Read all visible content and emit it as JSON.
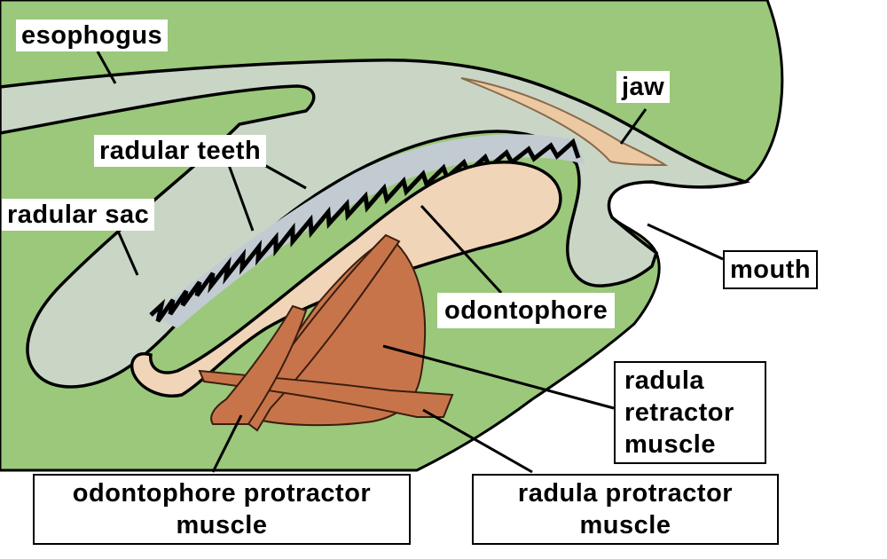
{
  "labels": {
    "esophagus": "esophogus",
    "radular_teeth": "radular teeth",
    "radular_sac": "radular sac",
    "jaw": "jaw",
    "mouth": "mouth",
    "odontophore": "odontophore",
    "radula_retractor": [
      "radula",
      "retractor",
      "muscle"
    ],
    "odontophore_protractor": [
      "odontophore protractor",
      "muscle"
    ],
    "radula_protractor": [
      "radula protractor",
      "muscle"
    ]
  },
  "colors": {
    "body_tissue": "#9bc87b",
    "lumen": "#c9d6c6",
    "radula_band": "#c2cbd2",
    "odontophore": "#f0d5b8",
    "muscle": "#c8744a",
    "outline": "#000000"
  }
}
